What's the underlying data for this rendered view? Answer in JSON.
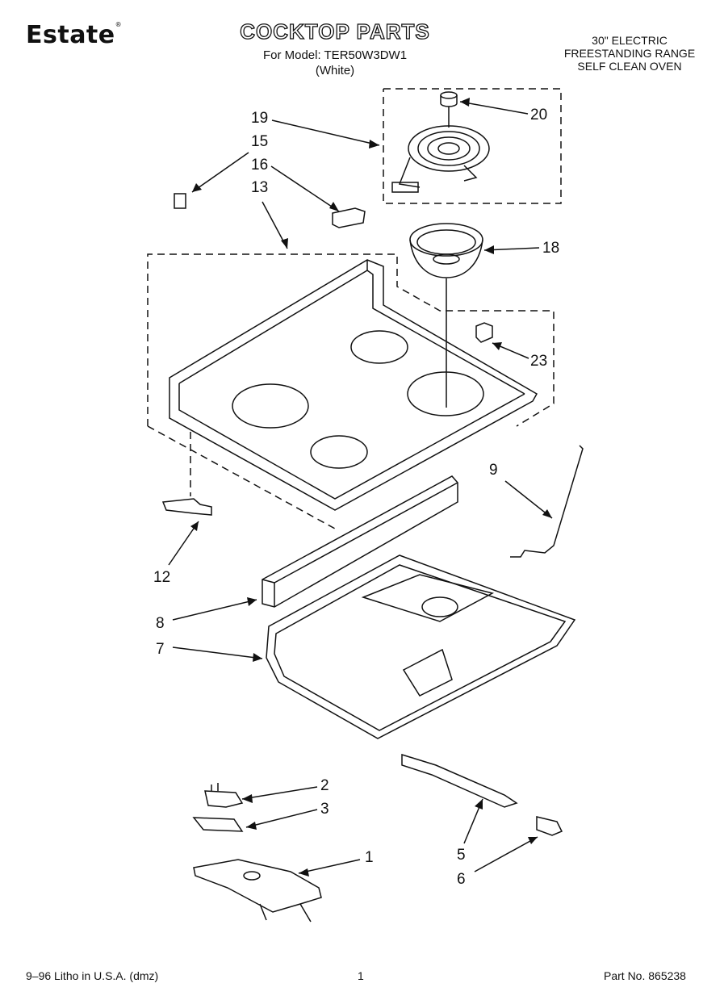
{
  "header": {
    "brand": "Estate",
    "brand_mark": "®",
    "title": "COCKTOP PARTS",
    "model_line": "For Model: TER50W3DW1",
    "color_line": "(White)",
    "description": [
      "30\" ELECTRIC",
      "FREESTANDING RANGE",
      "SELF CLEAN OVEN"
    ]
  },
  "parts": {
    "p19": "19",
    "p15": "15",
    "p16": "16",
    "p13": "13",
    "p20": "20",
    "p18": "18",
    "p23": "23",
    "p9": "9",
    "p12": "12",
    "p8": "8",
    "p7": "7",
    "p2": "2",
    "p3": "3",
    "p1": "1",
    "p5": "5",
    "p6": "6"
  },
  "footer": {
    "litho": "9–96 Litho in U.S.A. (dmz)",
    "page": "1",
    "part_no": "Part No. 865238"
  }
}
